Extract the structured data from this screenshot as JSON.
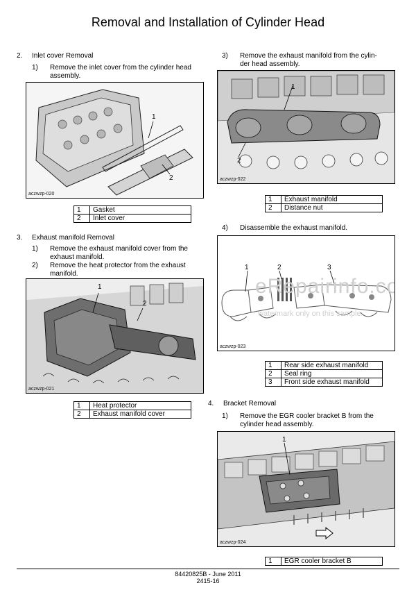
{
  "page_title": "Removal and Installation of Cylinder Head",
  "left": {
    "s2_num": "2.",
    "s2_title": "Inlet cover Removal",
    "s2_step1_num": "1)",
    "s2_step1_l1": "Remove the inlet cover from the cylinder head",
    "s2_step1_l2": "assembly.",
    "fig1": {
      "label": "aczwzp-020",
      "c1": "1",
      "c2": "2"
    },
    "legend1": [
      {
        "n": "1",
        "t": "Gasket"
      },
      {
        "n": "2",
        "t": "Inlet cover"
      }
    ],
    "s3_num": "3.",
    "s3_title": "Exhaust manifold Removal",
    "s3_step1_num": "1)",
    "s3_step1_l1": "Remove the exhaust manifold cover from the",
    "s3_step1_l2": "exhaust manifold.",
    "s3_step2_num": "2)",
    "s3_step2_l1": "Remove the heat protector from the exhaust",
    "s3_step2_l2": "manifold.",
    "fig2": {
      "label": "aczwzp-021",
      "c1": "1",
      "c2": "2"
    },
    "legend2": [
      {
        "n": "1",
        "t": "Heat protector"
      },
      {
        "n": "2",
        "t": "Exhaust manifold cover"
      }
    ]
  },
  "right": {
    "s3_step3_num": "3)",
    "s3_step3_l1": "Remove the exhaust manifold from the cylin-",
    "s3_step3_l2": "der head assembly.",
    "fig3": {
      "label": "aczwzp-022",
      "c1": "1",
      "c2": "2"
    },
    "legend3": [
      {
        "n": "1",
        "t": "Exhaust manifold"
      },
      {
        "n": "2",
        "t": "Distance nut"
      }
    ],
    "s3_step4_num": "4)",
    "s3_step4_l1": "Disassemble the exhaust manifold.",
    "fig4": {
      "label": "aczwzp-023",
      "c1": "1",
      "c2": "2",
      "c3": "3"
    },
    "legend4": [
      {
        "n": "1",
        "t": "Rear side exhaust manifold"
      },
      {
        "n": "2",
        "t": "Seal ring"
      },
      {
        "n": "3",
        "t": "Front side exhaust manifold"
      }
    ],
    "s4_num": "4.",
    "s4_title": "Bracket Removal",
    "s4_step1_num": "1)",
    "s4_step1_l1": "Remove the EGR cooler bracket B from the",
    "s4_step1_l2": "cylinder head assembly.",
    "fig5": {
      "label": "aczwzp-024",
      "c1": "1"
    },
    "legend5": [
      {
        "n": "1",
        "t": "EGR cooler bracket B"
      }
    ]
  },
  "watermark": {
    "line1": "eRepairinfo.com",
    "line2": "watermark only on this sample"
  },
  "footer": {
    "line1": "84420825B - June 2011",
    "line2": "2415-16"
  }
}
